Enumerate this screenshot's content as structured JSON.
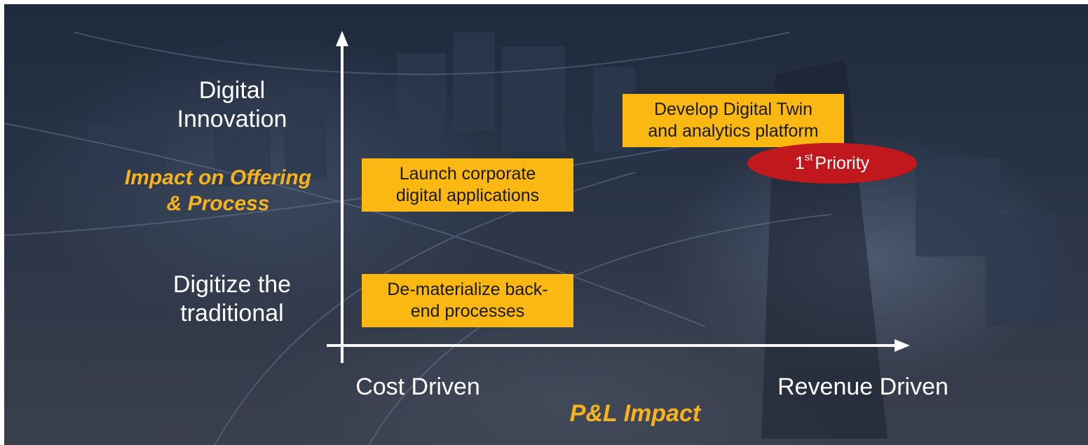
{
  "y_axis": {
    "top_label": [
      "Digital",
      "Innovation"
    ],
    "bottom_label": [
      "Digitize the",
      "traditional"
    ],
    "title": [
      "Impact on Offering",
      "& Process"
    ]
  },
  "x_axis": {
    "left_label": "Cost Driven",
    "right_label": "Revenue Driven",
    "title": "P&L Impact"
  },
  "initiatives": {
    "digital_twin": [
      "Develop Digital Twin",
      "and analytics platform"
    ],
    "launch_apps": [
      "Launch corporate",
      "digital applications"
    ],
    "dematerialize": [
      "De-materialize back-",
      "end processes"
    ]
  },
  "priority_badge": {
    "ordinal": "1",
    "suffix": "st",
    "text": "Priority"
  },
  "colors": {
    "box_fill": "#fbb712",
    "accent_text": "#f6b31b",
    "priority_fill": "#c1181d",
    "axis": "#ffffff"
  }
}
